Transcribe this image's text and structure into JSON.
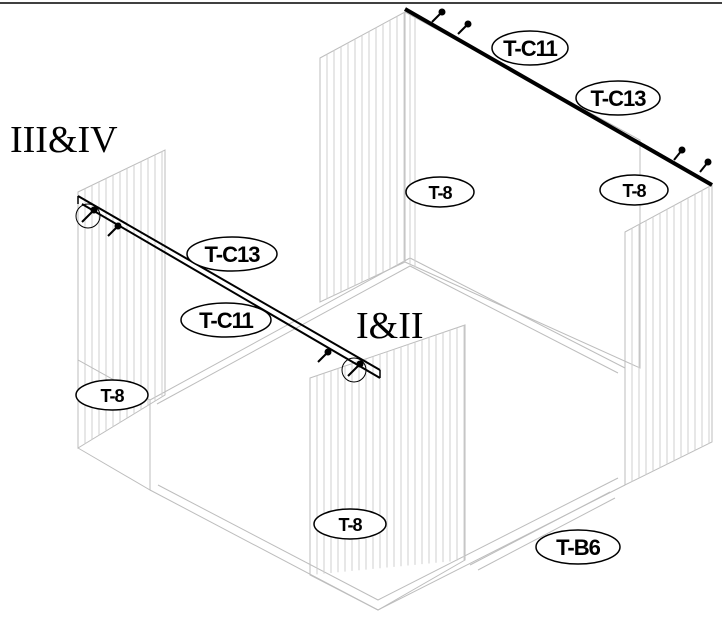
{
  "group_labels": {
    "left": "III&IV",
    "center": "I&II"
  },
  "part_labels": {
    "tc11_top": "T-C11",
    "tc13_top": "T-C13",
    "t8_back_left": "T-8",
    "t8_back_right": "T-8",
    "tc13_left": "T-C13",
    "tc11_left": "T-C11",
    "t8_left": "T-8",
    "t8_front": "T-8",
    "tb6": "T-B6"
  },
  "colors": {
    "line_art": "#000000",
    "panel_ribs": "#cfcfcf",
    "background": "#ffffff"
  }
}
